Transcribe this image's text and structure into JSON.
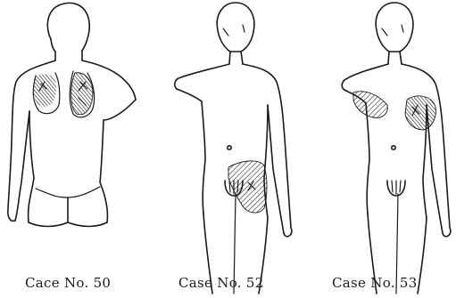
{
  "captions": [
    "Cace No. 50",
    "Case No. 52",
    "Case No. 53"
  ]
}
